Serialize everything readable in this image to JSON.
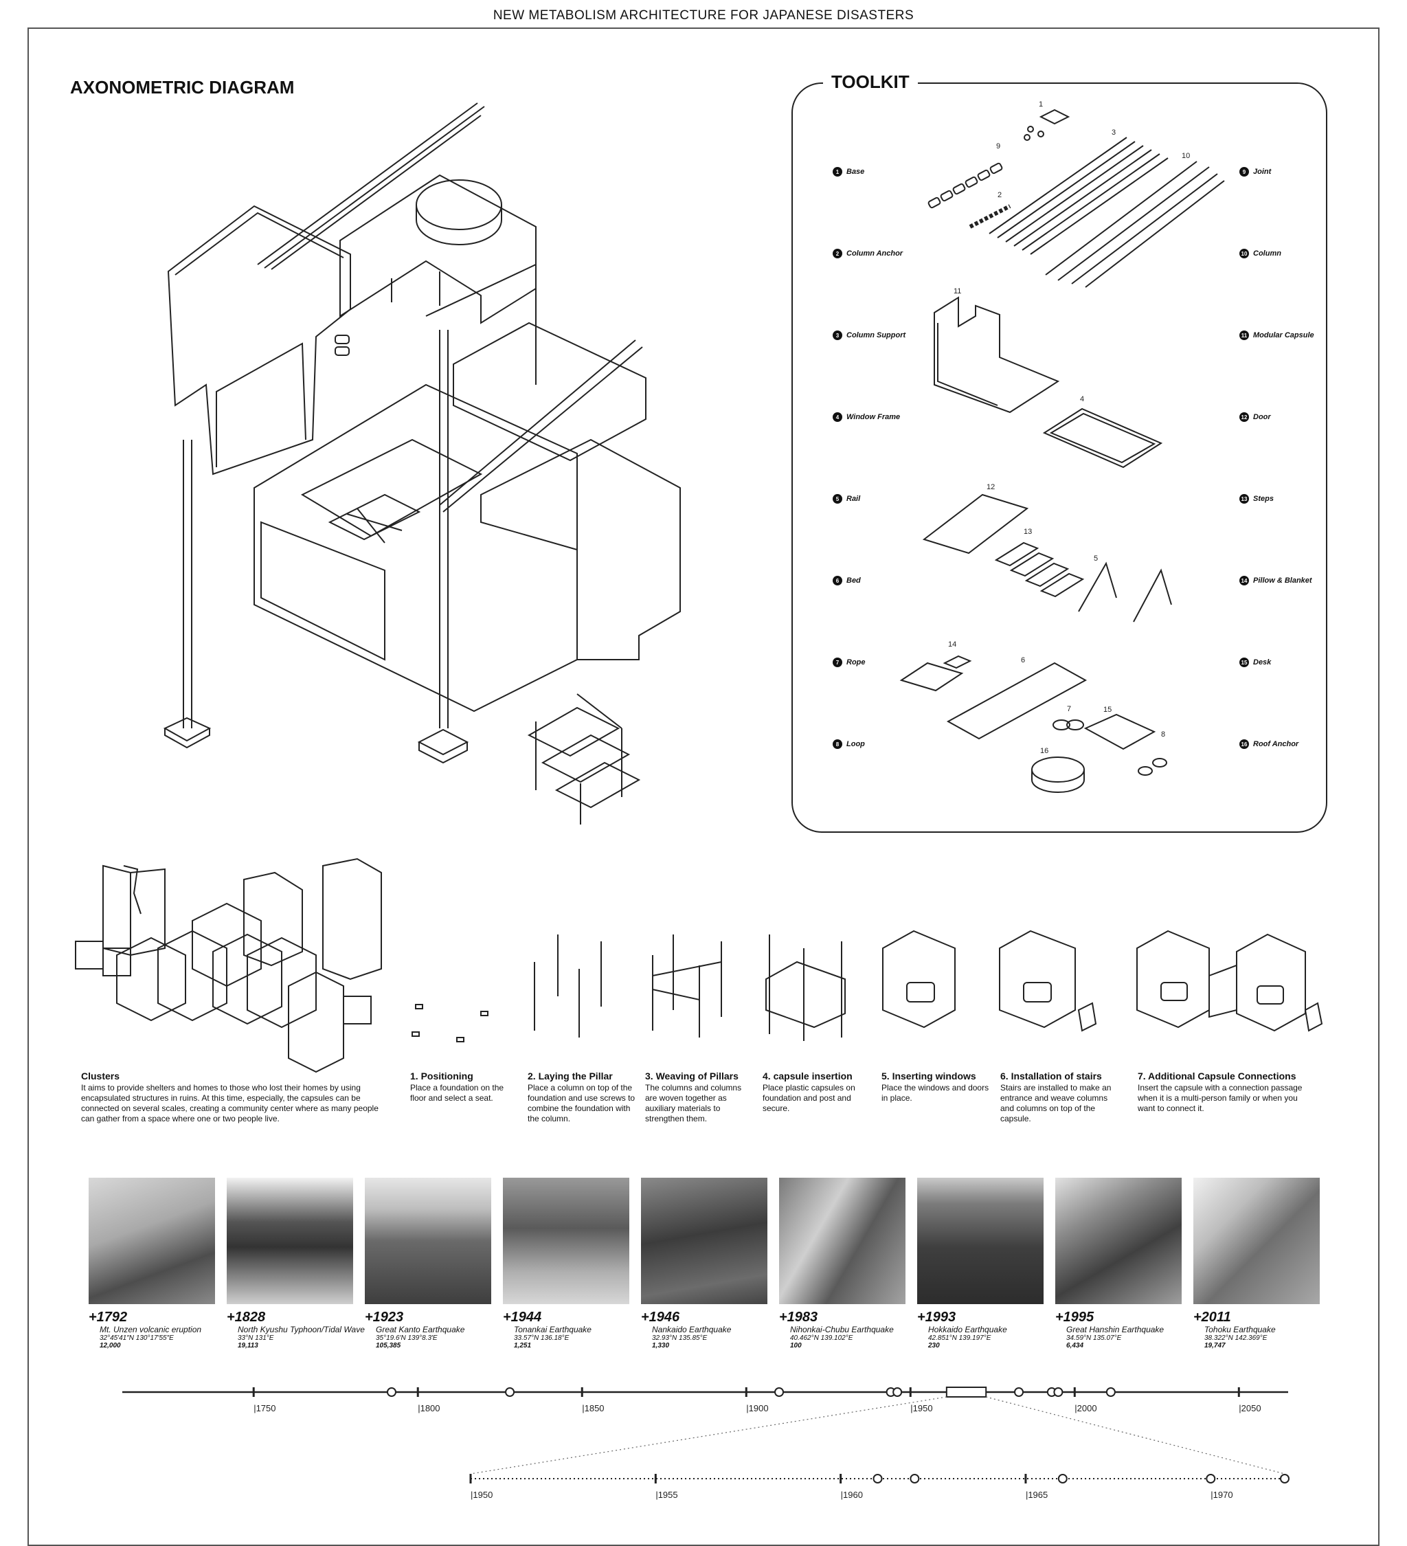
{
  "page_title": "NEW METABOLISM ARCHITECTURE FOR JAPANESE DISASTERS",
  "axonometric": {
    "title": "AXONOMETRIC DIAGRAM"
  },
  "toolkit": {
    "title": "TOOLKIT",
    "item_numbers": [
      "1",
      "2",
      "3",
      "4",
      "5",
      "6",
      "7",
      "8",
      "9",
      "10",
      "11",
      "12",
      "13",
      "14",
      "15",
      "16"
    ],
    "left_items": [
      "Base",
      "Column Anchor",
      "Column Support",
      "Window Frame",
      "Rail",
      "Bed",
      "Rope",
      "Loop"
    ],
    "right_items": [
      "Joint",
      "Column",
      "Modular Capsule",
      "Door",
      "Steps",
      "Pillow & Blanket",
      "Desk",
      "Roof Anchor"
    ]
  },
  "clusters": {
    "title": "Clusters",
    "desc": "It aims to provide shelters and homes to those who lost their homes by using encapsulated structures in ruins. At this time, especially, the capsules can be connected on several scales, creating a community center where as many people can gather from a space where one or two people live."
  },
  "steps": [
    {
      "title": "1. Positioning",
      "desc": "Place a foundation on the floor and select a seat."
    },
    {
      "title": "2. Laying the Pillar",
      "desc": "Place a column on top of the foundation and use screws to combine the foundation with the column."
    },
    {
      "title": "3. Weaving of Pillars",
      "desc": "The columns and columns are woven together as auxiliary materials to strengthen them."
    },
    {
      "title": "4. capsule insertion",
      "desc": "Place plastic capsules on foundation and post and secure."
    },
    {
      "title": "5. Inserting windows",
      "desc": "Place the windows and doors in place."
    },
    {
      "title": "6. Installation of stairs",
      "desc": "Stairs are installed to make an entrance and weave columns and columns on top of the capsule."
    },
    {
      "title": "7. Additional Capsule Connections",
      "desc": "Insert the capsule with a connection passage when it is a multi-person family or when you want to connect it."
    }
  ],
  "disasters": [
    {
      "year": "+1792",
      "name": "Mt. Unzen volcanic eruption",
      "coords": "32°45′41″N 130°17′55″E",
      "deaths": "12,000"
    },
    {
      "year": "+1828",
      "name": "North Kyushu Typhoon/Tidal Wave",
      "coords": "33°N 131°E",
      "deaths": "19,113"
    },
    {
      "year": "+1923",
      "name": "Great Kanto Earthquake",
      "coords": "35°19.6′N 139°8.3′E",
      "deaths": "105,385"
    },
    {
      "year": "+1944",
      "name": "Tonankai Earthquake",
      "coords": "33.57°N 136.18°E",
      "deaths": "1,251"
    },
    {
      "year": "+1946",
      "name": "Nankaido Earthquake",
      "coords": "32.93°N 135.85°E",
      "deaths": "1,330"
    },
    {
      "year": "+1983",
      "name": "Nihonkai-Chubu Earthquake",
      "coords": "40.462°N 139.102°E",
      "deaths": "100"
    },
    {
      "year": "+1993",
      "name": "Hokkaido Earthquake",
      "coords": "42.851°N 139.197°E",
      "deaths": "230"
    },
    {
      "year": "+1995",
      "name": "Great Hanshin Earthquake",
      "coords": "34.59°N 135.07°E",
      "deaths": "6,434"
    },
    {
      "year": "+2011",
      "name": "Tohoku Earthquake",
      "coords": "38.322°N 142.369°E",
      "deaths": "19,747"
    }
  ],
  "timeline_main": {
    "range": [
      1710,
      2065
    ],
    "ticks": [
      1750,
      1800,
      1850,
      1900,
      1950,
      2000,
      2050
    ],
    "tick_labels": [
      "|1750",
      "|1800",
      "|1850",
      "|1900",
      "|1950",
      "|2000",
      "|2050"
    ],
    "events": [
      1792,
      1828,
      1910,
      1944,
      1946,
      1983,
      1993,
      1995,
      2011
    ],
    "zoom_window": [
      1961,
      1973
    ]
  },
  "timeline_zoom": {
    "range": [
      1950,
      1972
    ],
    "ticks": [
      1950,
      1955,
      1960,
      1965,
      1970
    ],
    "tick_labels": [
      "|1950",
      "|1955",
      "|1960",
      "|1965",
      "|1970"
    ],
    "events": [
      1961,
      1962,
      1966,
      1970,
      1972
    ]
  }
}
